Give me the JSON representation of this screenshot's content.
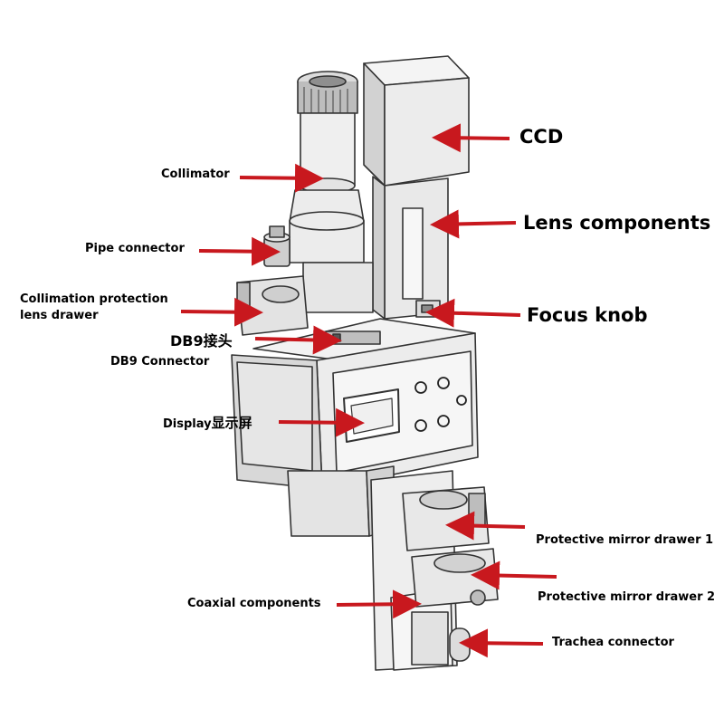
{
  "labels": {
    "ccd": "CCD",
    "lens_components": "Lens components",
    "focus_knob": "Focus knob",
    "collimator": "Collimator",
    "pipe_connector": "Pipe connector",
    "collimation_drawer_line1": "Collimation protection",
    "collimation_drawer_line2": "lens drawer",
    "db9_cn": "DB9接头",
    "db9_en": "DB9 Connector",
    "display": "Display",
    "display_cn": "显示屏",
    "protective_drawer_1": "Protective mirror drawer 1",
    "protective_drawer_2": "Protective mirror drawer 2",
    "coaxial_components": "Coaxial components",
    "trachea_connector": "Trachea connector"
  },
  "colors": {
    "arrow": "#c8181e",
    "outline": "#333333",
    "body": "#eeeeee",
    "shade": "#cfcfcf"
  }
}
